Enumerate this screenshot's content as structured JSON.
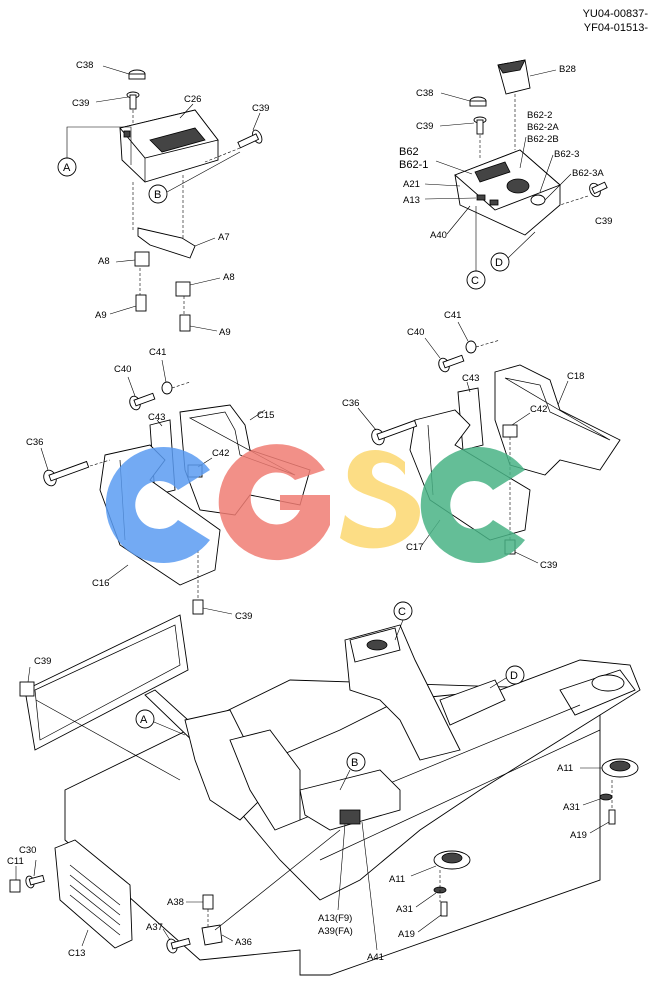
{
  "header": {
    "doc_code_1": "YU04-00837-",
    "doc_code_2": "YF04-01513-"
  },
  "watermark": {
    "letters": [
      "C",
      "G",
      "S",
      "C"
    ],
    "colors": [
      "#5b9cf2",
      "#f07d74",
      "#fcd870",
      "#49b386"
    ]
  },
  "labels": {
    "C38a": "C38",
    "C39a": "C39",
    "C26": "C26",
    "C39b": "C39",
    "A": "A",
    "B": "B",
    "A7": "A7",
    "A8a": "A8",
    "A8b": "A8",
    "A9a": "A9",
    "A9b": "A9",
    "B28": "B28",
    "C38b": "C38",
    "C39c": "C39",
    "B62_2": "B62-2",
    "B62_2A": "B62-2A",
    "B62_2B": "B62-2B",
    "B62": "B62",
    "B62_1": "B62-1",
    "B62_3": "B62-3",
    "B62_3A": "B62-3A",
    "A21": "A21",
    "A13a": "A13",
    "C39d": "C39",
    "A40": "A40",
    "C": "C",
    "D": "D",
    "C41a": "C41",
    "C40a": "C40",
    "C43a": "C43",
    "C15": "C15",
    "C36a": "C36",
    "C42a": "C42",
    "C16": "C16",
    "C39e": "C39",
    "C41b": "C41",
    "C40b": "C40",
    "C43b": "C43",
    "C18": "C18",
    "C36b": "C36",
    "C42b": "C42",
    "C17": "C17",
    "C39f": "C39",
    "C39g": "C39",
    "Cf": "C",
    "Df": "D",
    "Af": "A",
    "Bf": "B",
    "A11a": "A11",
    "A31a": "A31",
    "A19a": "A19",
    "A11b": "A11",
    "A31b": "A31",
    "A19b": "A19",
    "C11": "C11",
    "C30": "C30",
    "C13": "C13",
    "A38": "A38",
    "A37": "A37",
    "A36": "A36",
    "A13F9": "A13(F9)",
    "A39FA": "A39(FA)",
    "A41": "A41"
  }
}
